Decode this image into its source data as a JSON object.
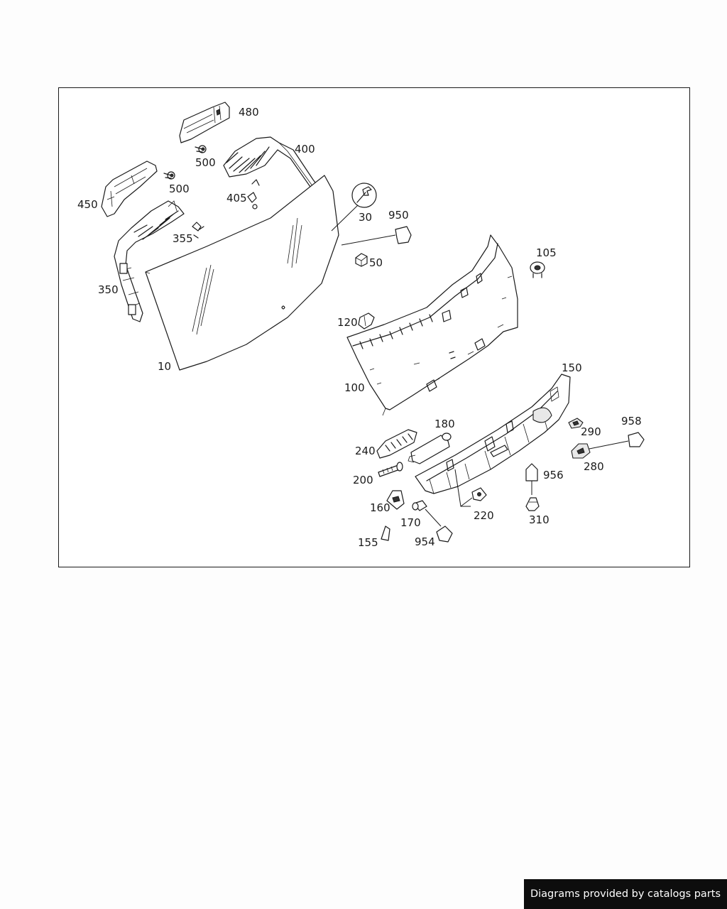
{
  "diagram": {
    "labels": {
      "p480": "480",
      "p400": "400",
      "p500a": "500",
      "p500b": "500",
      "p450": "450",
      "p405": "405",
      "p30": "30",
      "p950": "950",
      "p355": "355",
      "p350": "350",
      "p50": "50",
      "p105": "105",
      "p120": "120",
      "p10": "10",
      "p100": "100",
      "p150": "150",
      "p180": "180",
      "p958": "958",
      "p290": "290",
      "p240": "240",
      "p280": "280",
      "p956": "956",
      "p200": "200",
      "p220": "220",
      "p160": "160",
      "p310": "310",
      "p170": "170",
      "p155": "155",
      "p954": "954"
    }
  },
  "footer": {
    "text": "Diagrams provided by catalogs parts"
  }
}
